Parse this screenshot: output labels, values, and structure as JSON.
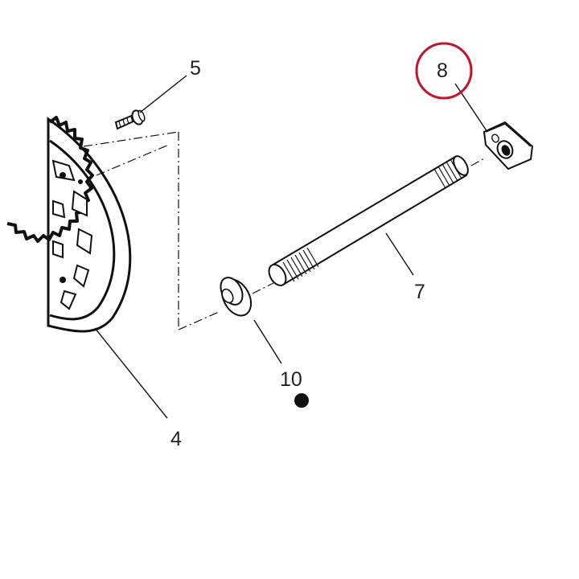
{
  "callouts": {
    "part_4": "4",
    "part_5": "5",
    "part_7": "7",
    "part_8": "8",
    "part_10": "10"
  },
  "colors": {
    "highlight_circle": "#c8102e",
    "line_art": "#111111",
    "marker_dot": "#111111"
  },
  "icons": {
    "highlight": "highlight-circle",
    "marker": "bullet-dot"
  }
}
